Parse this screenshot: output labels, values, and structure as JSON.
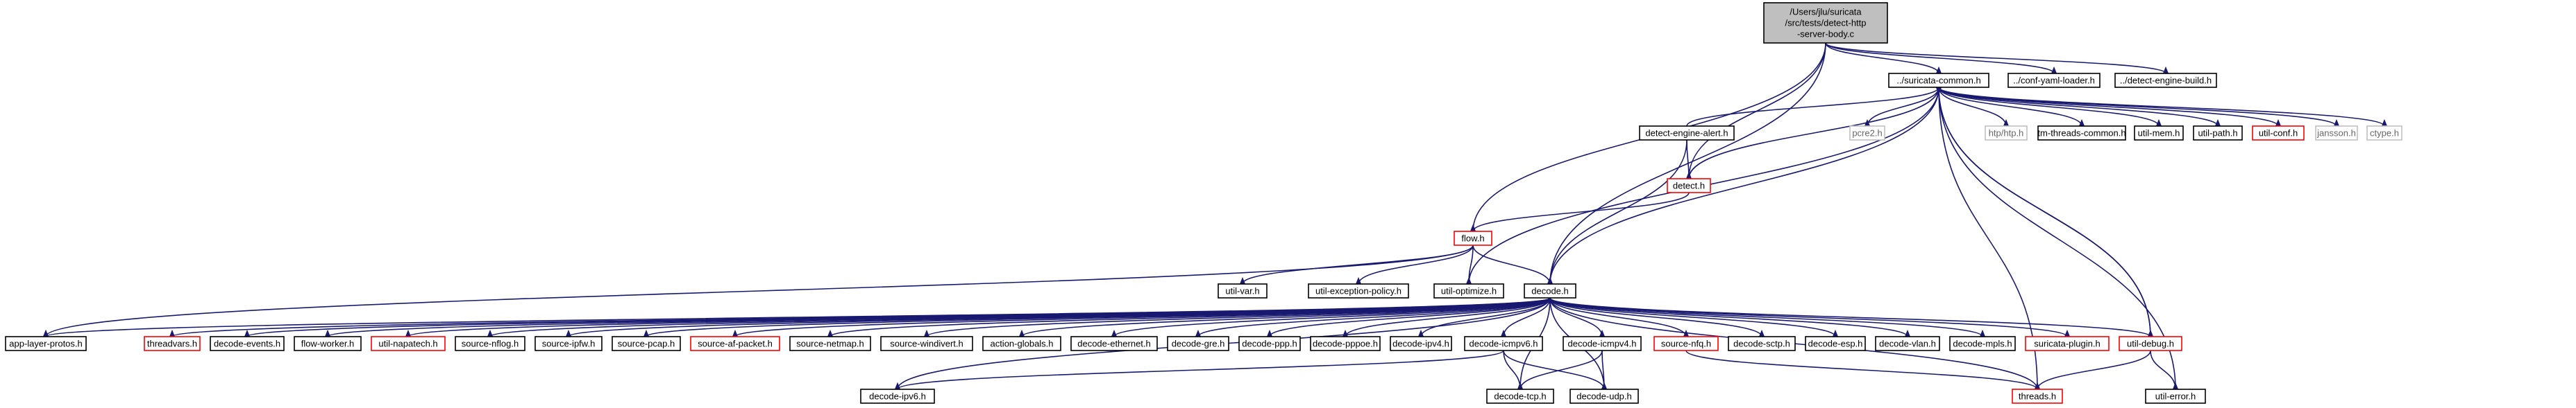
{
  "diagram": {
    "colors": {
      "edge": "#191970",
      "root_fill": "#bfbfbf",
      "node_black": "#000000",
      "node_red": "#ff0000",
      "node_gray": "#bfbfbf",
      "text_black": "#000000",
      "text_gray": "#666666"
    },
    "nodes": {
      "root": {
        "lines": [
          "/Users/jlu/suricata",
          "/src/tests/detect-http",
          "-server-body.c"
        ],
        "style": "root"
      },
      "suricata_common": {
        "lines": [
          "../suricata-common.h"
        ],
        "style": "black"
      },
      "conf_yaml": {
        "lines": [
          "../conf-yaml-loader.h"
        ],
        "style": "black"
      },
      "detect_build": {
        "lines": [
          "../detect-engine-build.h"
        ],
        "style": "black"
      },
      "detect_alert": {
        "lines": [
          "detect-engine-alert.h"
        ],
        "style": "black"
      },
      "pcre2": {
        "lines": [
          "pcre2.h"
        ],
        "style": "gray"
      },
      "htp": {
        "lines": [
          "htp/htp.h"
        ],
        "style": "gray"
      },
      "tm_threads": {
        "lines": [
          "tm-threads-common.h"
        ],
        "style": "black"
      },
      "util_mem": {
        "lines": [
          "util-mem.h"
        ],
        "style": "black"
      },
      "util_path": {
        "lines": [
          "util-path.h"
        ],
        "style": "black"
      },
      "util_conf": {
        "lines": [
          "util-conf.h"
        ],
        "style": "red"
      },
      "jansson": {
        "lines": [
          "jansson.h"
        ],
        "style": "gray"
      },
      "ctype": {
        "lines": [
          "ctype.h"
        ],
        "style": "gray"
      },
      "detect": {
        "lines": [
          "detect.h"
        ],
        "style": "red"
      },
      "flow": {
        "lines": [
          "flow.h"
        ],
        "style": "red"
      },
      "util_var": {
        "lines": [
          "util-var.h"
        ],
        "style": "black"
      },
      "util_exception": {
        "lines": [
          "util-exception-policy.h"
        ],
        "style": "black"
      },
      "util_optimize": {
        "lines": [
          "util-optimize.h"
        ],
        "style": "black"
      },
      "decode": {
        "lines": [
          "decode.h"
        ],
        "style": "black"
      },
      "app_layer": {
        "lines": [
          "app-layer-protos.h"
        ],
        "style": "black"
      },
      "threadvars": {
        "lines": [
          "threadvars.h"
        ],
        "style": "red"
      },
      "decode_events": {
        "lines": [
          "decode-events.h"
        ],
        "style": "black"
      },
      "flow_worker": {
        "lines": [
          "flow-worker.h"
        ],
        "style": "black"
      },
      "util_napatech": {
        "lines": [
          "util-napatech.h"
        ],
        "style": "red"
      },
      "source_nflog": {
        "lines": [
          "source-nflog.h"
        ],
        "style": "black"
      },
      "source_ipfw": {
        "lines": [
          "source-ipfw.h"
        ],
        "style": "black"
      },
      "source_pcap": {
        "lines": [
          "source-pcap.h"
        ],
        "style": "black"
      },
      "source_af_packet": {
        "lines": [
          "source-af-packet.h"
        ],
        "style": "red"
      },
      "source_netmap": {
        "lines": [
          "source-netmap.h"
        ],
        "style": "black"
      },
      "source_windivert": {
        "lines": [
          "source-windivert.h"
        ],
        "style": "black"
      },
      "action_globals": {
        "lines": [
          "action-globals.h"
        ],
        "style": "black"
      },
      "decode_ethernet": {
        "lines": [
          "decode-ethernet.h"
        ],
        "style": "black"
      },
      "decode_gre": {
        "lines": [
          "decode-gre.h"
        ],
        "style": "black"
      },
      "decode_ppp": {
        "lines": [
          "decode-ppp.h"
        ],
        "style": "black"
      },
      "decode_pppoe": {
        "lines": [
          "decode-pppoe.h"
        ],
        "style": "black"
      },
      "decode_ipv4": {
        "lines": [
          "decode-ipv4.h"
        ],
        "style": "black"
      },
      "decode_icmpv6": {
        "lines": [
          "decode-icmpv6.h"
        ],
        "style": "black"
      },
      "decode_icmpv4": {
        "lines": [
          "decode-icmpv4.h"
        ],
        "style": "black"
      },
      "source_nfq": {
        "lines": [
          "source-nfq.h"
        ],
        "style": "red"
      },
      "decode_sctp": {
        "lines": [
          "decode-sctp.h"
        ],
        "style": "black"
      },
      "decode_esp": {
        "lines": [
          "decode-esp.h"
        ],
        "style": "black"
      },
      "decode_vlan": {
        "lines": [
          "decode-vlan.h"
        ],
        "style": "black"
      },
      "decode_mpls": {
        "lines": [
          "decode-mpls.h"
        ],
        "style": "black"
      },
      "suricata_plugin": {
        "lines": [
          "suricata-plugin.h"
        ],
        "style": "red"
      },
      "util_debug": {
        "lines": [
          "util-debug.h"
        ],
        "style": "red"
      },
      "decode_ipv6": {
        "lines": [
          "decode-ipv6.h"
        ],
        "style": "black"
      },
      "decode_tcp": {
        "lines": [
          "decode-tcp.h"
        ],
        "style": "black"
      },
      "decode_udp": {
        "lines": [
          "decode-udp.h"
        ],
        "style": "black"
      },
      "threads": {
        "lines": [
          "threads.h"
        ],
        "style": "red"
      },
      "util_error": {
        "lines": [
          "util-error.h"
        ],
        "style": "black"
      }
    },
    "edges": [
      [
        "root",
        "suricata_common"
      ],
      [
        "root",
        "conf_yaml"
      ],
      [
        "root",
        "detect_build"
      ],
      [
        "root",
        "detect"
      ],
      [
        "root",
        "flow"
      ],
      [
        "root",
        "decode"
      ],
      [
        "suricata_common",
        "pcre2"
      ],
      [
        "suricata_common",
        "htp"
      ],
      [
        "suricata_common",
        "tm_threads"
      ],
      [
        "suricata_common",
        "util_mem"
      ],
      [
        "suricata_common",
        "util_path"
      ],
      [
        "suricata_common",
        "util_conf"
      ],
      [
        "suricata_common",
        "jansson"
      ],
      [
        "suricata_common",
        "ctype"
      ],
      [
        "suricata_common",
        "util_debug"
      ],
      [
        "suricata_common",
        "util_error"
      ],
      [
        "suricata_common",
        "threads"
      ],
      [
        "detect_alert",
        "suricata_common"
      ],
      [
        "detect_alert",
        "detect"
      ],
      [
        "detect_alert",
        "decode"
      ],
      [
        "detect",
        "suricata_common"
      ],
      [
        "detect",
        "flow"
      ],
      [
        "flow",
        "util_var"
      ],
      [
        "flow",
        "util_exception"
      ],
      [
        "flow",
        "util_optimize"
      ],
      [
        "flow",
        "decode"
      ],
      [
        "flow",
        "app_layer"
      ],
      [
        "util_optimize",
        "suricata_common"
      ],
      [
        "decode",
        "suricata_common"
      ],
      [
        "decode",
        "app_layer"
      ],
      [
        "decode",
        "threadvars"
      ],
      [
        "decode",
        "decode_events"
      ],
      [
        "decode",
        "flow_worker"
      ],
      [
        "decode",
        "util_napatech"
      ],
      [
        "decode",
        "source_nflog"
      ],
      [
        "decode",
        "source_ipfw"
      ],
      [
        "decode",
        "source_pcap"
      ],
      [
        "decode",
        "source_af_packet"
      ],
      [
        "decode",
        "source_netmap"
      ],
      [
        "decode",
        "source_windivert"
      ],
      [
        "decode",
        "action_globals"
      ],
      [
        "decode",
        "decode_ethernet"
      ],
      [
        "decode",
        "decode_gre"
      ],
      [
        "decode",
        "decode_ppp"
      ],
      [
        "decode",
        "decode_pppoe"
      ],
      [
        "decode",
        "decode_ipv4"
      ],
      [
        "decode",
        "decode_icmpv6"
      ],
      [
        "decode",
        "decode_icmpv4"
      ],
      [
        "decode",
        "source_nfq"
      ],
      [
        "decode",
        "decode_sctp"
      ],
      [
        "decode",
        "decode_esp"
      ],
      [
        "decode",
        "decode_vlan"
      ],
      [
        "decode",
        "decode_mpls"
      ],
      [
        "decode",
        "suricata_plugin"
      ],
      [
        "decode",
        "util_debug"
      ],
      [
        "decode",
        "decode_ipv6"
      ],
      [
        "decode",
        "decode_tcp"
      ],
      [
        "decode",
        "decode_udp"
      ],
      [
        "decode",
        "threads"
      ],
      [
        "decode_icmpv6",
        "decode_ipv6"
      ],
      [
        "decode_icmpv6",
        "decode_tcp"
      ],
      [
        "decode_icmpv6",
        "decode_udp"
      ],
      [
        "decode_icmpv4",
        "decode_tcp"
      ],
      [
        "decode_icmpv4",
        "decode_udp"
      ],
      [
        "source_nfq",
        "threads"
      ],
      [
        "util_debug",
        "suricata_common"
      ],
      [
        "util_debug",
        "threads"
      ],
      [
        "util_debug",
        "util_error"
      ]
    ]
  }
}
